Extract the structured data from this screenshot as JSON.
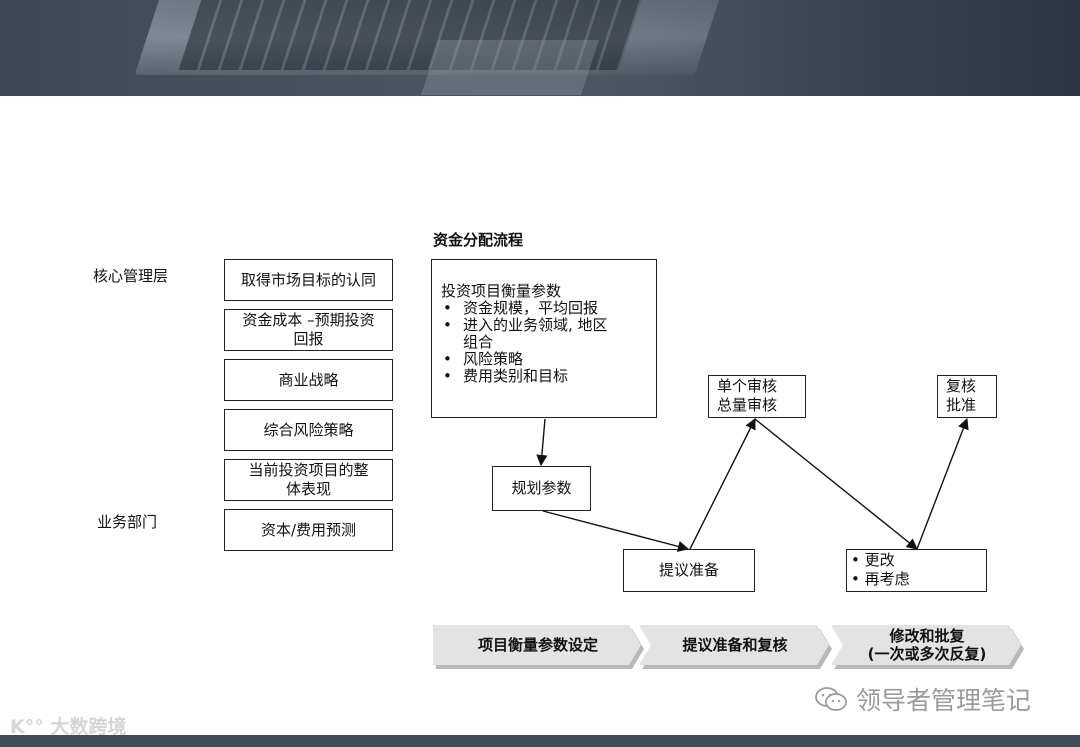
{
  "flow_title": "资金分配流程",
  "left_labels": {
    "core": "核心管理层",
    "business": "业务部门"
  },
  "left_boxes": [
    [
      "取得市场目标的认同"
    ],
    [
      "资金成本 –预期投资",
      "回报"
    ],
    [
      "商业战略"
    ],
    [
      "综合风险策略"
    ],
    [
      "当前投资项目的整",
      "体表现"
    ],
    [
      "资本/费用预测"
    ]
  ],
  "params": {
    "heading": "投资项目衡量参数",
    "items": [
      [
        "资金规模，平均回报"
      ],
      [
        "进入的业务领域, 地区",
        "组合"
      ],
      [
        "风险策略"
      ],
      [
        "费用类别和目标"
      ]
    ]
  },
  "nodes": {
    "plan": "规划参数",
    "proposal": "提议准备",
    "review": [
      "单个审核",
      "总量审核"
    ],
    "revise": [
      "更改",
      "再考虑"
    ],
    "approve": [
      "复核",
      "批准"
    ]
  },
  "phases": [
    [
      "项目衡量参数设定"
    ],
    [
      "提议准备和复核"
    ],
    [
      "修改和批复",
      "(一次或多次反复)"
    ]
  ],
  "watermarks": {
    "left": "大数跨境",
    "right": "领导者管理笔记"
  },
  "colors": {
    "banner": "#4a5866",
    "phase_fill": "#e3e3e3",
    "phase_shadow": "#b9b9b9"
  }
}
